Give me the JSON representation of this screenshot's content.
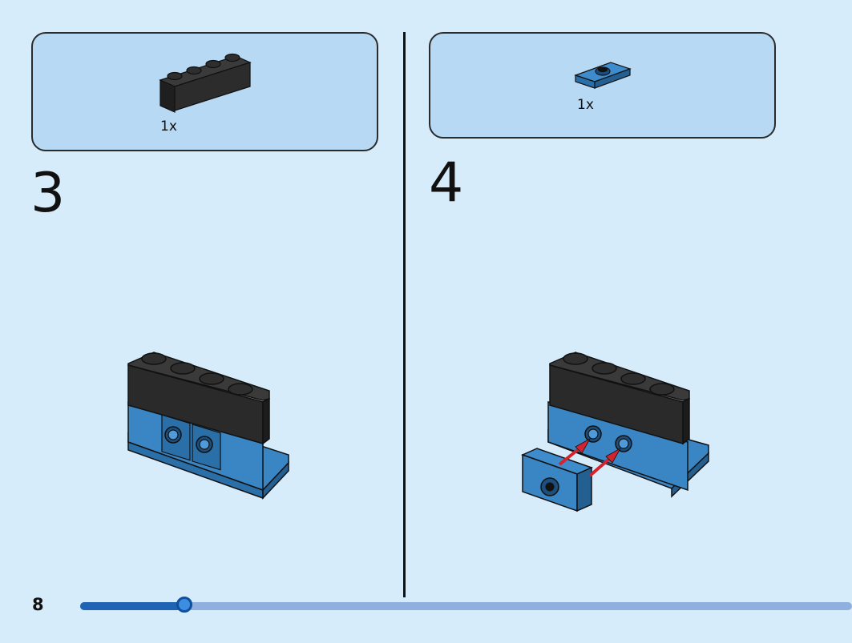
{
  "steps": [
    {
      "number": "3",
      "parts": [
        {
          "name": "black-brick-1x4",
          "quantity": "1x"
        }
      ]
    },
    {
      "number": "4",
      "parts": [
        {
          "name": "blue-plate-1x2-jumper",
          "quantity": "1x"
        }
      ]
    }
  ],
  "page": {
    "number": "8",
    "progress": 0.135
  },
  "colors": {
    "background": "#d6ecfb",
    "parts_box": "#b7d9f4",
    "brick_black": "#2a2a2a",
    "brick_blue": "#3a86c4",
    "arrow_red": "#d4232f",
    "progress_fill": "#1f64b4",
    "progress_track": "#8fb0df"
  }
}
